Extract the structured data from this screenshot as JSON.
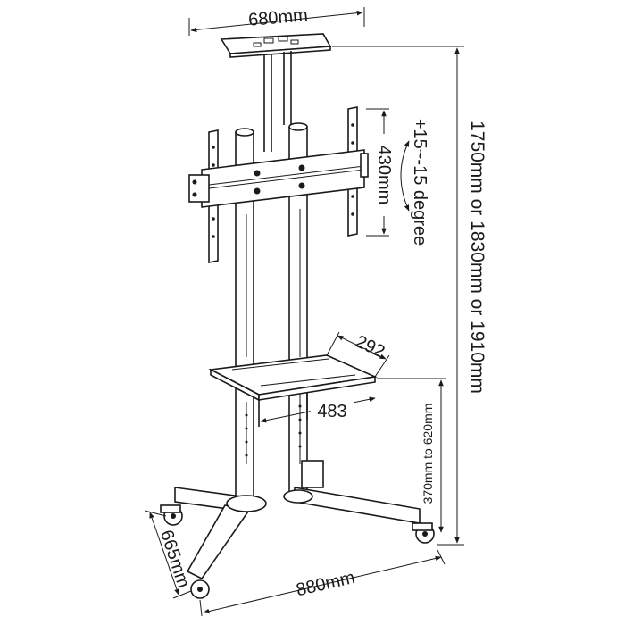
{
  "dimensions": {
    "top_width": "680mm",
    "total_height": "1750mm or 1830mm or 1910mm",
    "tilt": "+15~-15 degree",
    "bracket_height": "430mm",
    "shelf_depth": "292",
    "shelf_width": "483",
    "shelf_height_range": "370mm to 620mm",
    "base_depth": "665mm",
    "base_width": "880mm"
  },
  "colors": {
    "line": "#1a1a1a",
    "background": "#ffffff"
  }
}
